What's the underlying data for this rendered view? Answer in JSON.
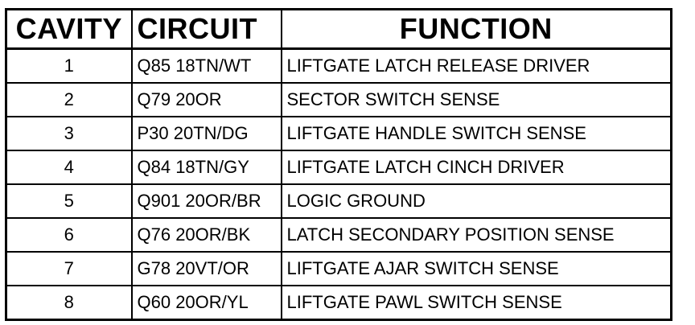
{
  "table": {
    "headers": {
      "cavity": "CAVITY",
      "circuit": "CIRCUIT",
      "function": "FUNCTION"
    },
    "rows": [
      {
        "cavity": "1",
        "circuit": "Q85 18TN/WT",
        "function": "LIFTGATE LATCH RELEASE DRIVER"
      },
      {
        "cavity": "2",
        "circuit": "Q79 20OR",
        "function": "SECTOR SWITCH SENSE"
      },
      {
        "cavity": "3",
        "circuit": "P30 20TN/DG",
        "function": "LIFTGATE HANDLE SWITCH SENSE"
      },
      {
        "cavity": "4",
        "circuit": "Q84 18TN/GY",
        "function": "LIFTGATE LATCH CINCH DRIVER"
      },
      {
        "cavity": "5",
        "circuit": "Q901 20OR/BR",
        "function": "LOGIC GROUND"
      },
      {
        "cavity": "6",
        "circuit": "Q76 20OR/BK",
        "function": "LATCH SECONDARY POSITION SENSE"
      },
      {
        "cavity": "7",
        "circuit": "G78 20VT/OR",
        "function": "LIFTGATE AJAR SWITCH SENSE"
      },
      {
        "cavity": "8",
        "circuit": "Q60 20OR/YL",
        "function": "LIFTGATE PAWL SWITCH SENSE"
      }
    ]
  }
}
